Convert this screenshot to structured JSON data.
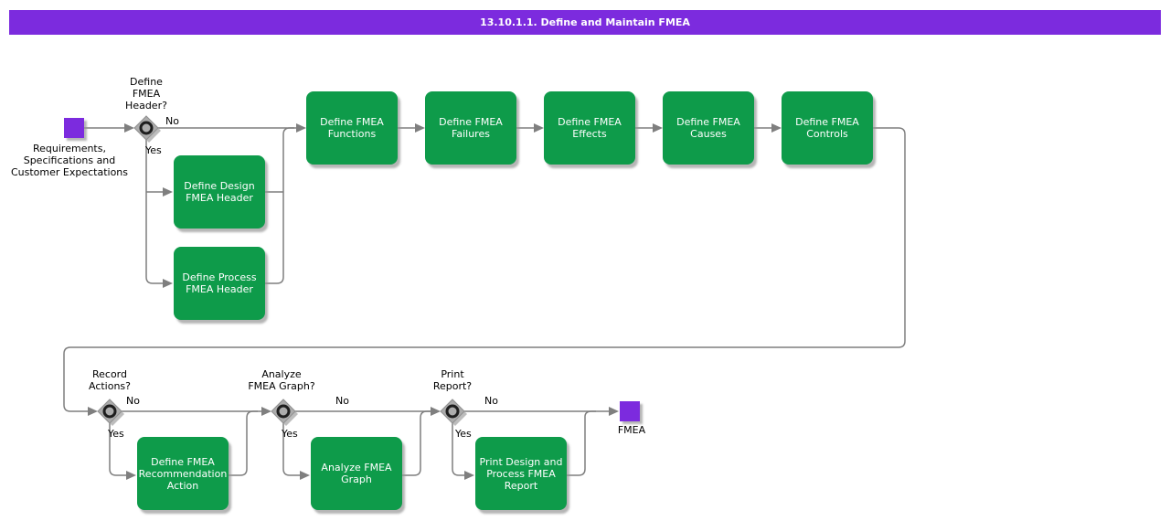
{
  "title_bar": {
    "title": "13.10.1.1. Define and Maintain FMEA"
  },
  "colors": {
    "accent_purple": "#7C2BDE",
    "activity_green": "#0E9B4A",
    "connector_gray": "#7F7F7F",
    "decision_gray": "#ACACAC"
  },
  "nodes": {
    "start": {
      "label": "Requirements,\nSpecifications and\nCustomer Expectations"
    },
    "end": {
      "label": "FMEA"
    },
    "decisions": [
      {
        "question": "Define\nFMEA\nHeader?",
        "no": "No",
        "yes": "Yes"
      },
      {
        "question": "Record\nActions?",
        "no": "No",
        "yes": "Yes"
      },
      {
        "question": "Analyze\nFMEA Graph?",
        "no": "No",
        "yes": "Yes"
      },
      {
        "question": "Print\nReport?",
        "no": "No",
        "yes": "Yes"
      }
    ],
    "activities": [
      {
        "label": "Define FMEA\nFunctions"
      },
      {
        "label": "Define FMEA\nFailures"
      },
      {
        "label": "Define FMEA\nEffects"
      },
      {
        "label": "Define FMEA\nCauses"
      },
      {
        "label": "Define FMEA\nControls"
      },
      {
        "label": "Define Design\nFMEA Header"
      },
      {
        "label": "Define Process\nFMEA Header"
      },
      {
        "label": "Define FMEA\nRecommendation\nAction"
      },
      {
        "label": "Analyze FMEA\nGraph"
      },
      {
        "label": "Print Design and\nProcess FMEA\nReport"
      }
    ]
  }
}
